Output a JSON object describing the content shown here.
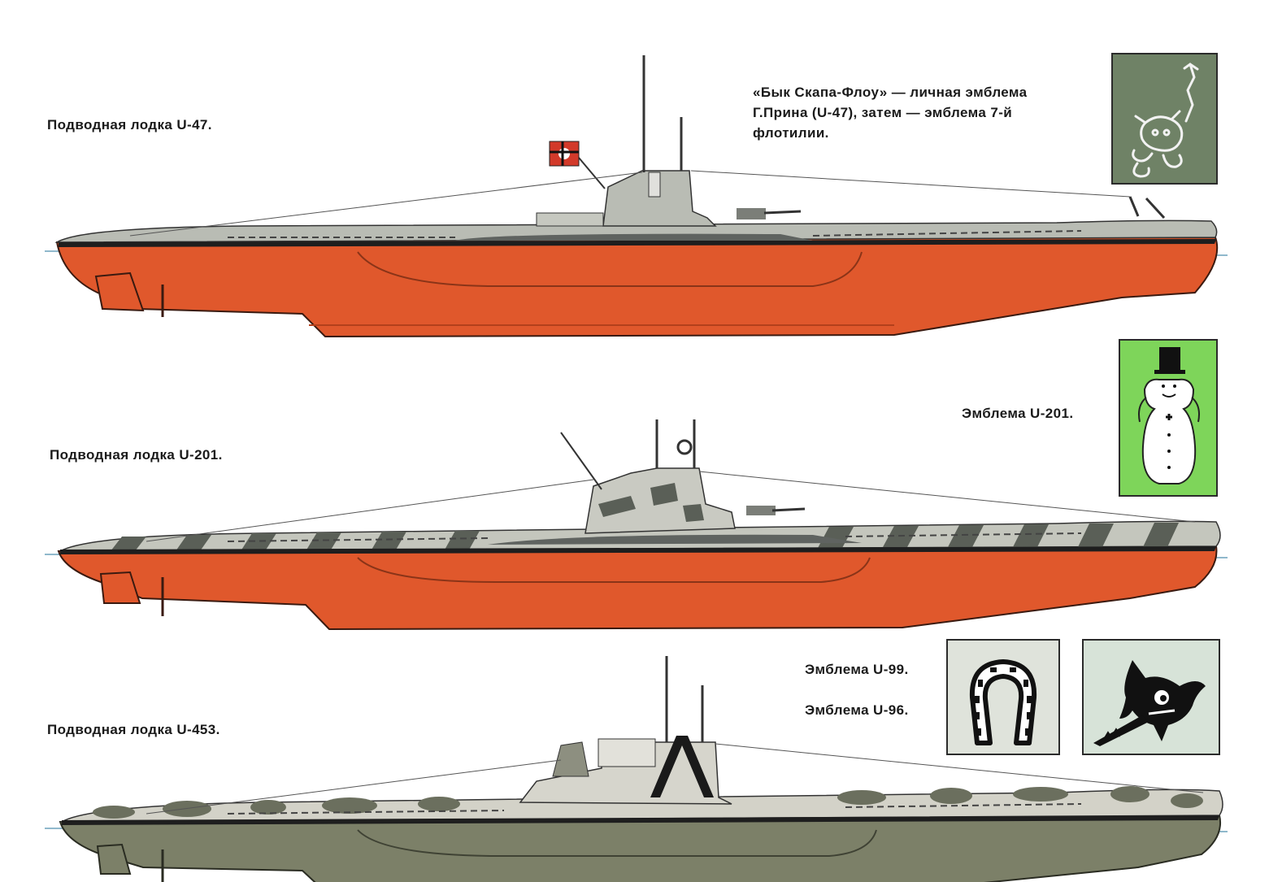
{
  "captions": {
    "u47": "Подводная лодка U-47.",
    "u201": "Подводная лодка U-201.",
    "u453": "Подводная лодка U-453.",
    "emblem_u47": "«Бык Скапа-Флоу» — личная эмблема\nГ.Прина (U-47), затем — эмблема 7-й\nфлотилии.",
    "emblem_u201": "Эмблема U-201.",
    "emblem_u99": "Эмблема U-99.",
    "emblem_u96": "Эмблема U-96."
  },
  "submarines": [
    {
      "name": "U-47",
      "hull_color": "#e0582c",
      "deck_pattern": "grey",
      "flag": true
    },
    {
      "name": "U-201",
      "hull_color": "#e0582c",
      "deck_pattern": "stripe-camo",
      "flag": false
    },
    {
      "name": "U-453",
      "hull_color": "#7c8068",
      "deck_pattern": "blotch-camo",
      "flag": false
    }
  ],
  "emblems": [
    {
      "name": "bull-emblem",
      "background": "#6f8266"
    },
    {
      "name": "snowman-emblem",
      "background": "#7ed55a"
    },
    {
      "name": "horseshoe-emblem",
      "background": "#dfe3db"
    },
    {
      "name": "swordfish-emblem",
      "background": "#d7e3d8"
    }
  ],
  "colors": {
    "waterline": "#8fb8cc",
    "deck_grey": "#b9bcb4",
    "dark_grey": "#5f6360",
    "black_stripe": "#1e1e1e"
  }
}
